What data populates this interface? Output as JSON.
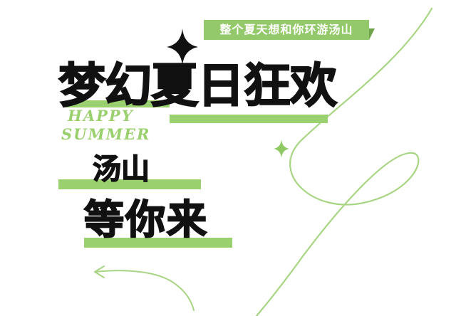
{
  "tag_text": "整个夏天想和你环游汤山",
  "headline": "梦幻夏日狂欢",
  "english": {
    "line1": "HAPPY",
    "line2": "SUMMER"
  },
  "subtitle": "汤山",
  "slogan": "等你来",
  "colors": {
    "accent_green": "#9bd06f",
    "tag_green": "#93c96a",
    "text_black": "#111111",
    "background": "#ffffff"
  },
  "icons": [
    "sparkle-star-icon",
    "small-sparkle-icon",
    "arrow-curve-icon"
  ]
}
